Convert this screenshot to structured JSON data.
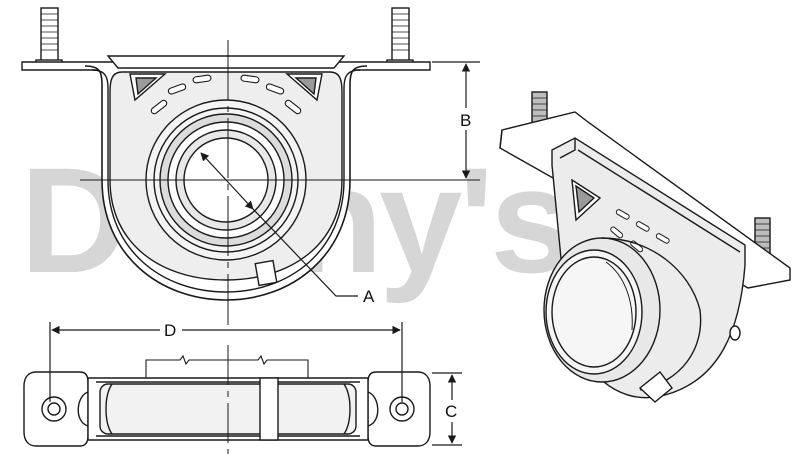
{
  "watermark": {
    "text": "Denny's",
    "color": "#d6d6d6"
  },
  "dimension_labels": {
    "a": "A",
    "b": "B",
    "c": "C",
    "d": "D"
  },
  "colors": {
    "line": "#1a1a1a",
    "shade": "#bdbdbd",
    "metal": "#e4e4e4",
    "bg": "#ffffff"
  }
}
